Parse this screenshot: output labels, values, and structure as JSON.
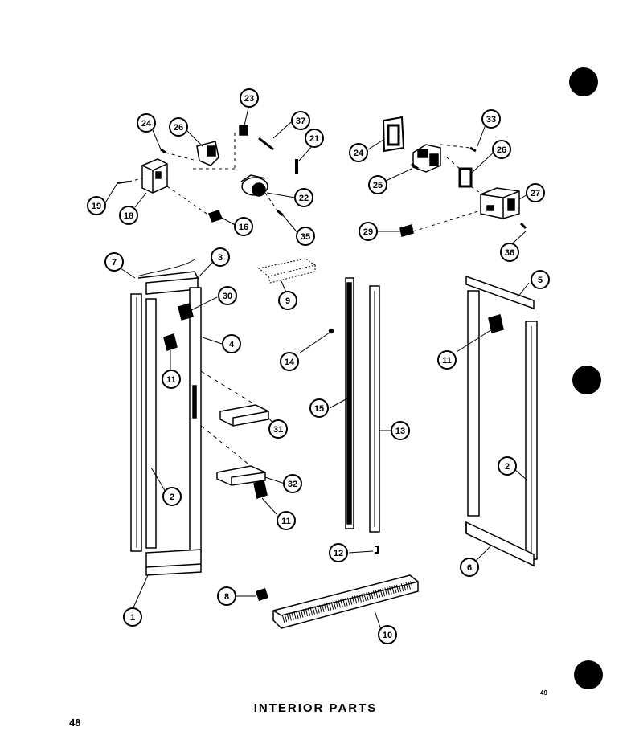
{
  "diagram": {
    "caption": "INTERIOR PARTS",
    "page_number": "48",
    "corner_mark": "49",
    "callouts": [
      {
        "id": "c24a",
        "label": "24"
      },
      {
        "id": "c26a",
        "label": "26"
      },
      {
        "id": "c23",
        "label": "23"
      },
      {
        "id": "c37",
        "label": "37"
      },
      {
        "id": "c21",
        "label": "21"
      },
      {
        "id": "c22",
        "label": "22"
      },
      {
        "id": "c19",
        "label": "19"
      },
      {
        "id": "c18",
        "label": "18"
      },
      {
        "id": "c16a",
        "label": "16"
      },
      {
        "id": "c35",
        "label": "35"
      },
      {
        "id": "c24b",
        "label": "24"
      },
      {
        "id": "c25",
        "label": "25"
      },
      {
        "id": "c33",
        "label": "33"
      },
      {
        "id": "c26b",
        "label": "26"
      },
      {
        "id": "c27",
        "label": "27"
      },
      {
        "id": "c29",
        "label": "29"
      },
      {
        "id": "c36",
        "label": "36"
      },
      {
        "id": "c7",
        "label": "7"
      },
      {
        "id": "c3",
        "label": "3"
      },
      {
        "id": "c30",
        "label": "30"
      },
      {
        "id": "c4",
        "label": "4"
      },
      {
        "id": "c11a",
        "label": "11"
      },
      {
        "id": "c9",
        "label": "9"
      },
      {
        "id": "c14",
        "label": "14"
      },
      {
        "id": "c15",
        "label": "15"
      },
      {
        "id": "c13",
        "label": "13"
      },
      {
        "id": "c31",
        "label": "31"
      },
      {
        "id": "c32",
        "label": "32"
      },
      {
        "id": "c11b",
        "label": "11"
      },
      {
        "id": "c2a",
        "label": "2"
      },
      {
        "id": "c1",
        "label": "1"
      },
      {
        "id": "c12",
        "label": "12"
      },
      {
        "id": "c8",
        "label": "8"
      },
      {
        "id": "c10",
        "label": "10"
      },
      {
        "id": "c5",
        "label": "5"
      },
      {
        "id": "c11c",
        "label": "11"
      },
      {
        "id": "c2b",
        "label": "2"
      },
      {
        "id": "c6",
        "label": "6"
      }
    ]
  }
}
